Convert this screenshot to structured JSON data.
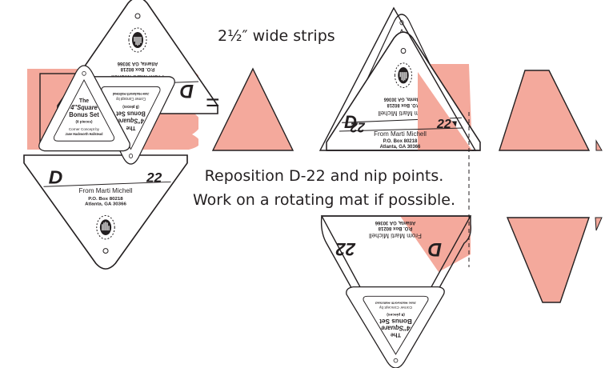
{
  "strip_caption": "2½″ wide strips",
  "equals_sign": "=",
  "instructions": {
    "line1": "Reposition D-22 and nip points.",
    "line2": "Work on a rotating mat if possible."
  },
  "template_d": {
    "letter": "D",
    "number": "22",
    "brand": "From Marti Michell",
    "address1": "P.O. Box 80218",
    "address2": "Atlanta, GA 30366"
  },
  "template_bonus": {
    "line1": "The",
    "line2": "4″Square",
    "line3": "Bonus Set",
    "line4": "(8 pieces)",
    "credit1": "Corner Concept by",
    "credit2": "Jane Hackworth Hallstead"
  },
  "colors": {
    "fabric": "#f4a99c",
    "outline": "#231f20",
    "paper": "#ffffff"
  }
}
